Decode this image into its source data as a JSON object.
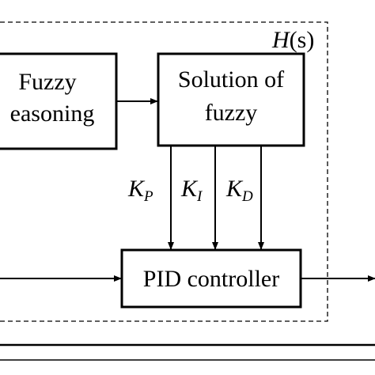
{
  "region": {
    "label_main": "H",
    "label_arg": "(s)"
  },
  "blocks": {
    "fuzzy_reasoning": {
      "line1": "Fuzzy",
      "line2": "easoning"
    },
    "solution_of_fuzzy": {
      "line1": "Solution of",
      "line2": "fuzzy"
    },
    "pid_controller": {
      "label": "PID controller"
    }
  },
  "gains": {
    "kp": {
      "base": "K",
      "sub": "P"
    },
    "ki": {
      "base": "K",
      "sub": "I"
    },
    "kd": {
      "base": "K",
      "sub": "D"
    }
  },
  "colors": {
    "line": "#000000",
    "background": "#ffffff"
  }
}
